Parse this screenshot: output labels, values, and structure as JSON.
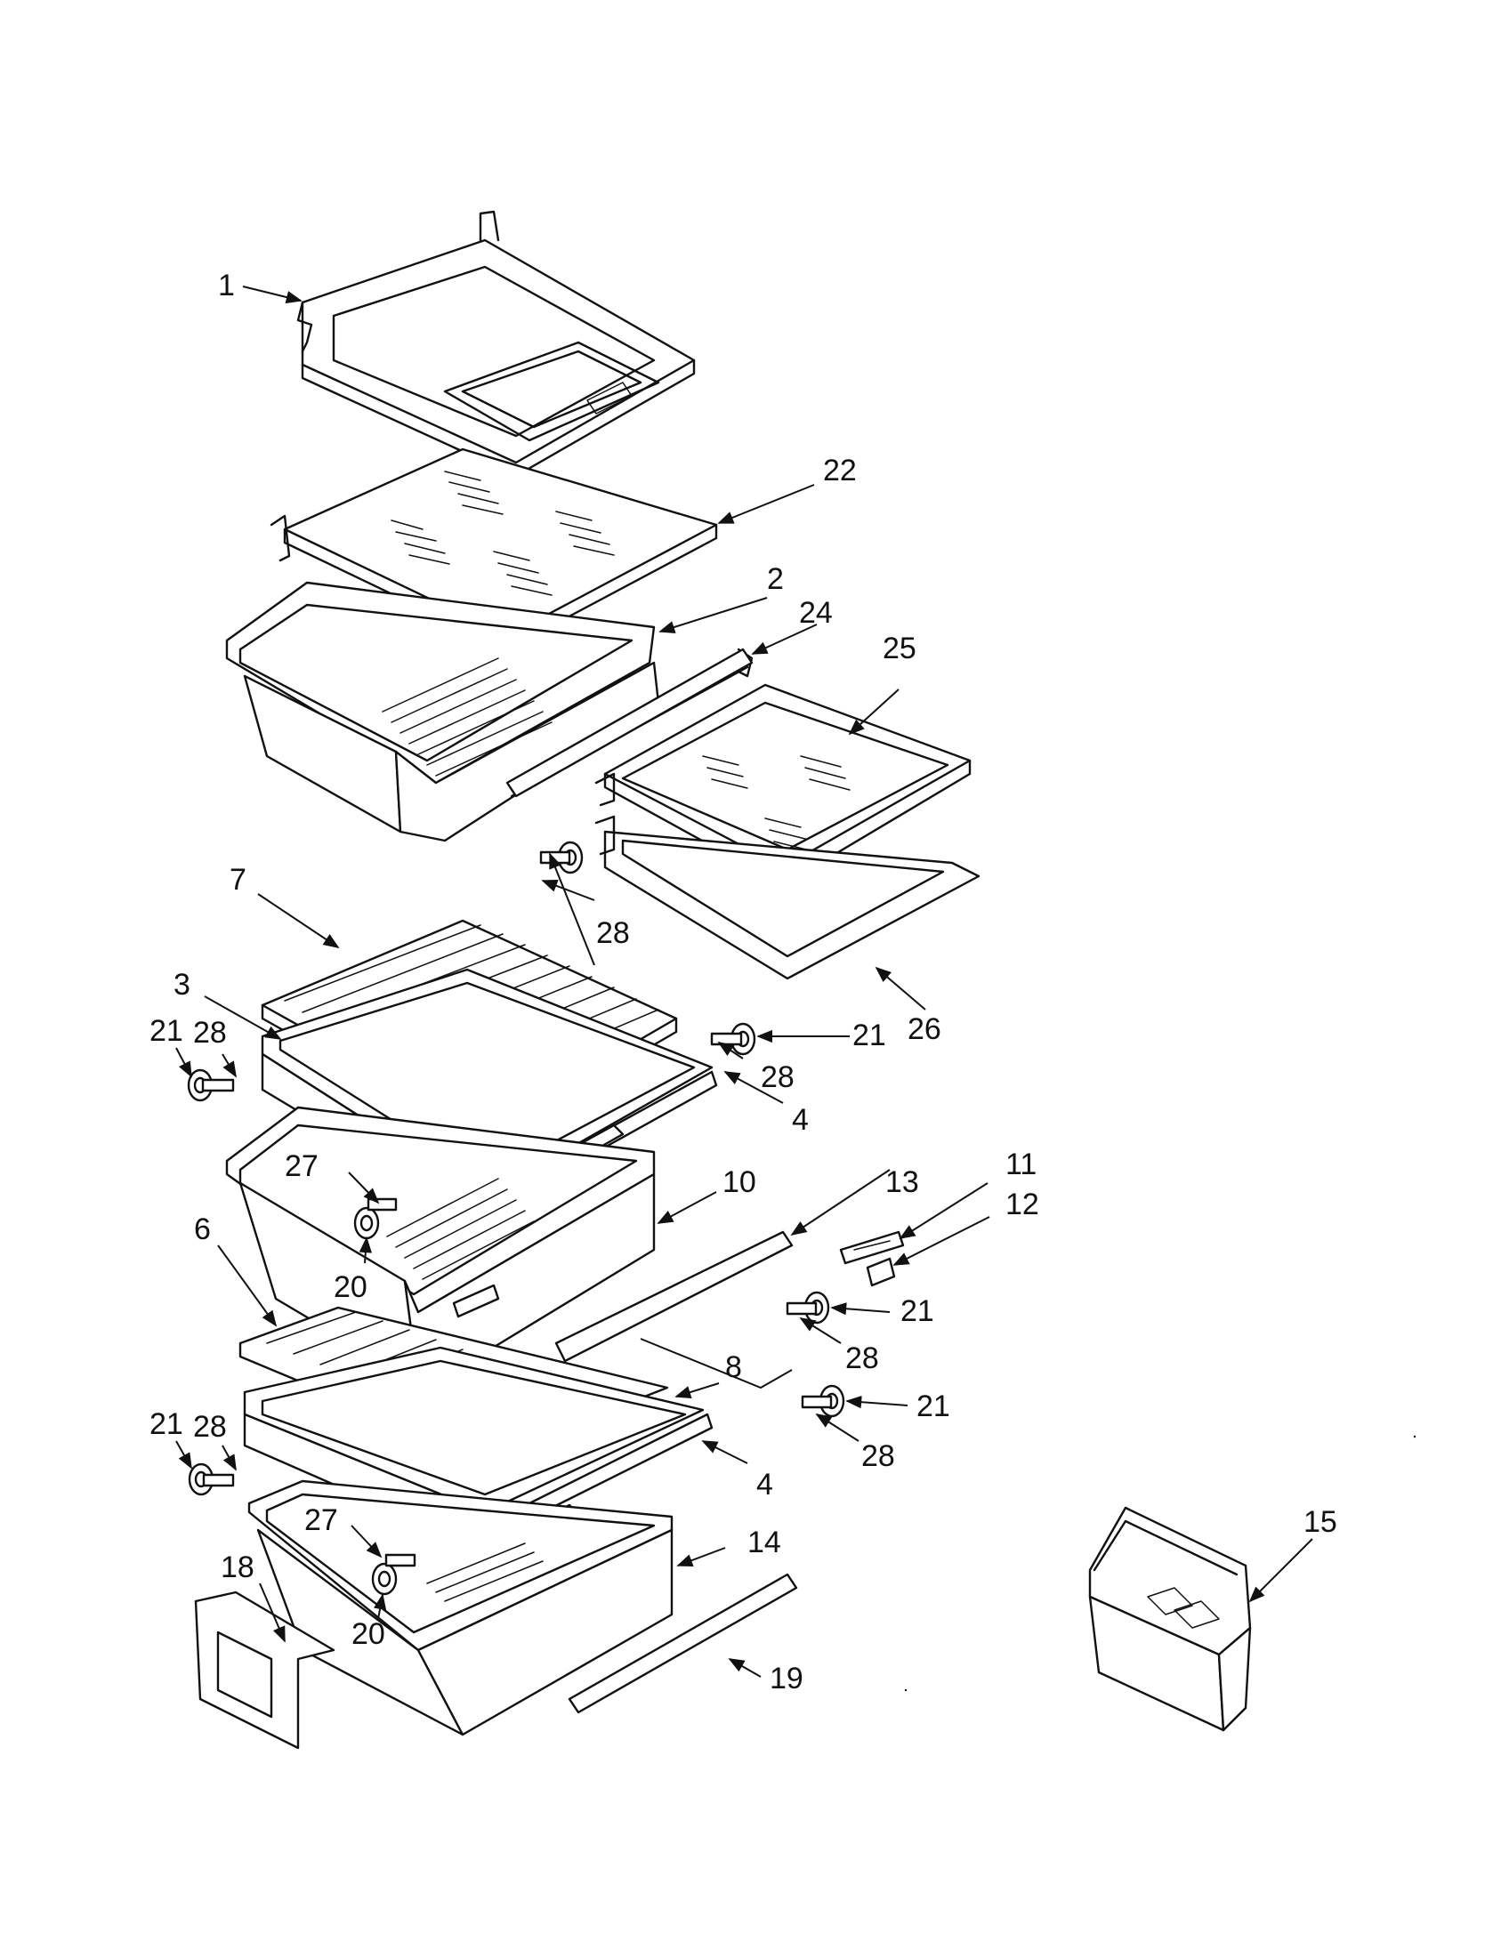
{
  "callouts": {
    "c1": "1",
    "c22": "22",
    "c2": "2",
    "c24": "24",
    "c25": "25",
    "c7": "7",
    "c28a": "28",
    "c3": "3",
    "c21a": "21",
    "c28b": "28",
    "c21b": "21",
    "c26": "26",
    "c28c": "28",
    "c4a": "4",
    "c27a": "27",
    "c10": "10",
    "c13": "13",
    "c11": "11",
    "c12": "12",
    "c6": "6",
    "c20a": "20",
    "c21c": "21",
    "c28d": "28",
    "c8": "8",
    "c21d": "21",
    "c28e": "28",
    "c21e": "21",
    "c28f": "28",
    "c4b": "4",
    "c27b": "27",
    "c14": "14",
    "c15": "15",
    "c18": "18",
    "c20b": "20",
    "c19": "19"
  },
  "icons": {
    "arrow": "arrowhead",
    "part": "exploded-part-outline"
  }
}
